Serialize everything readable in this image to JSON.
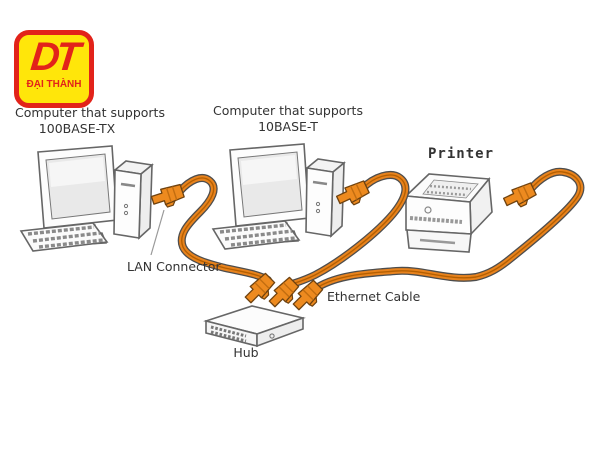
{
  "logo": {
    "initials": "DT",
    "brand_name": "ĐẠI THÀNH",
    "border_color": "#E2231A",
    "background_color": "#FFE60A",
    "text_color": "#E2231A"
  },
  "labels": {
    "computer_100base": {
      "line1": "Computer that supports",
      "line2": "100BASE-TX"
    },
    "computer_10base": {
      "line1": "Computer that supports",
      "line2": "10BASE-T"
    },
    "printer": "Printer",
    "lan_connector": "LAN Connector",
    "ethernet_cable": "Ethernet Cable",
    "hub": "Hub"
  },
  "colors": {
    "cable_orange": "#E8831D",
    "cable_core": "#B55F00",
    "cable_outline": "#4D4D4D",
    "connector_fill": "#ED8A1F",
    "connector_stroke": "#6E4210",
    "line_art": "#666666",
    "label_text": "#333333"
  }
}
